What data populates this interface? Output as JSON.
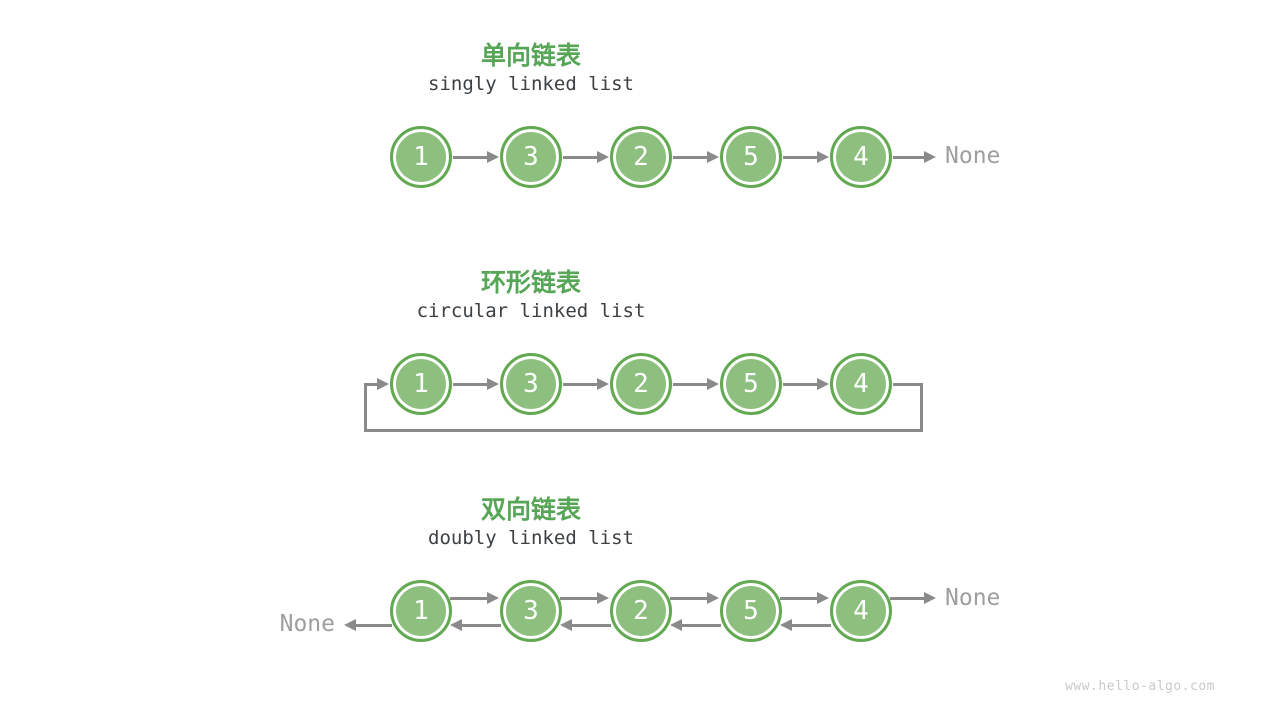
{
  "colors": {
    "node_fill": "#8dc07f",
    "node_border": "#63a952",
    "title_green": "#57a657",
    "arrow": "#8a8a8a",
    "none_gray": "#9e9e9e",
    "subtitle_dark": "#3c4043",
    "watermark_gray": "#c9c9c9"
  },
  "sections": [
    {
      "title": "单向链表",
      "subtitle": "singly linked list",
      "nodes": [
        "1",
        "3",
        "2",
        "5",
        "4"
      ],
      "tail_label": "None"
    },
    {
      "title": "环形链表",
      "subtitle": "circular linked list",
      "nodes": [
        "1",
        "3",
        "2",
        "5",
        "4"
      ]
    },
    {
      "title": "双向链表",
      "subtitle": "doubly linked list",
      "nodes": [
        "1",
        "3",
        "2",
        "5",
        "4"
      ],
      "head_label": "None",
      "tail_label": "None"
    }
  ],
  "watermark": "www.hello-algo.com"
}
